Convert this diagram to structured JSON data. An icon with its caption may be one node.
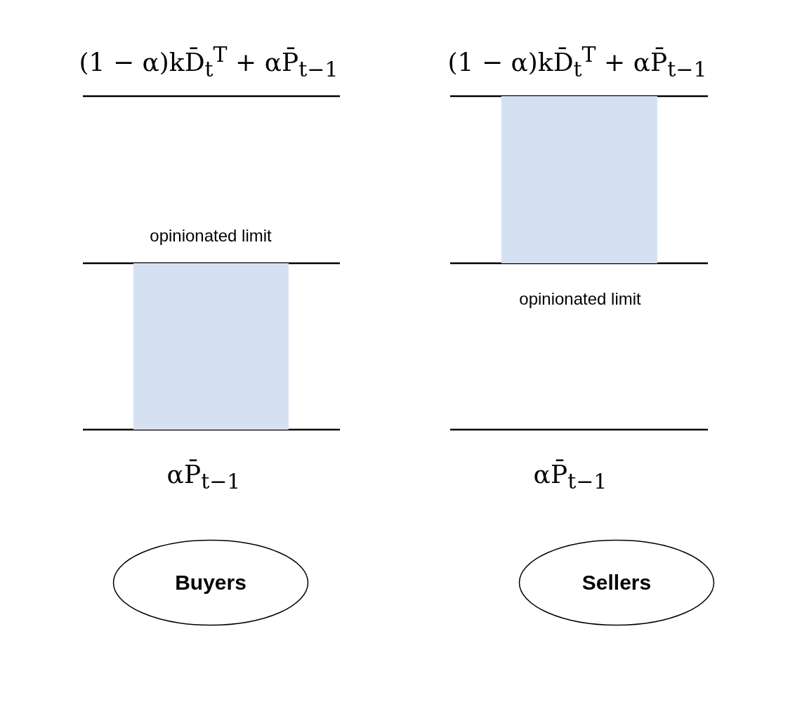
{
  "diagram": {
    "nodes": [
      {
        "text": [],
        "shape": "box"
      },
      {
        "text": [],
        "shape": "box"
      },
      {
        "text": [
          "Buyers"
        ]
      },
      {
        "text": [
          "Sellers"
        ]
      }
    ],
    "edges": [],
    "labels": [
      "(1 − α)kD̄$_{t}$$^{T}$ + αP̄$_{t−1}$",
      "(1 − α)kD̄$_{t}$$^{T}$ + αP̄$_{t−1}$",
      "opinionated limit",
      "opinionated limit",
      "αP̄$_{t−1}$",
      "αP̄$_{t−1}$"
    ]
  }
}
